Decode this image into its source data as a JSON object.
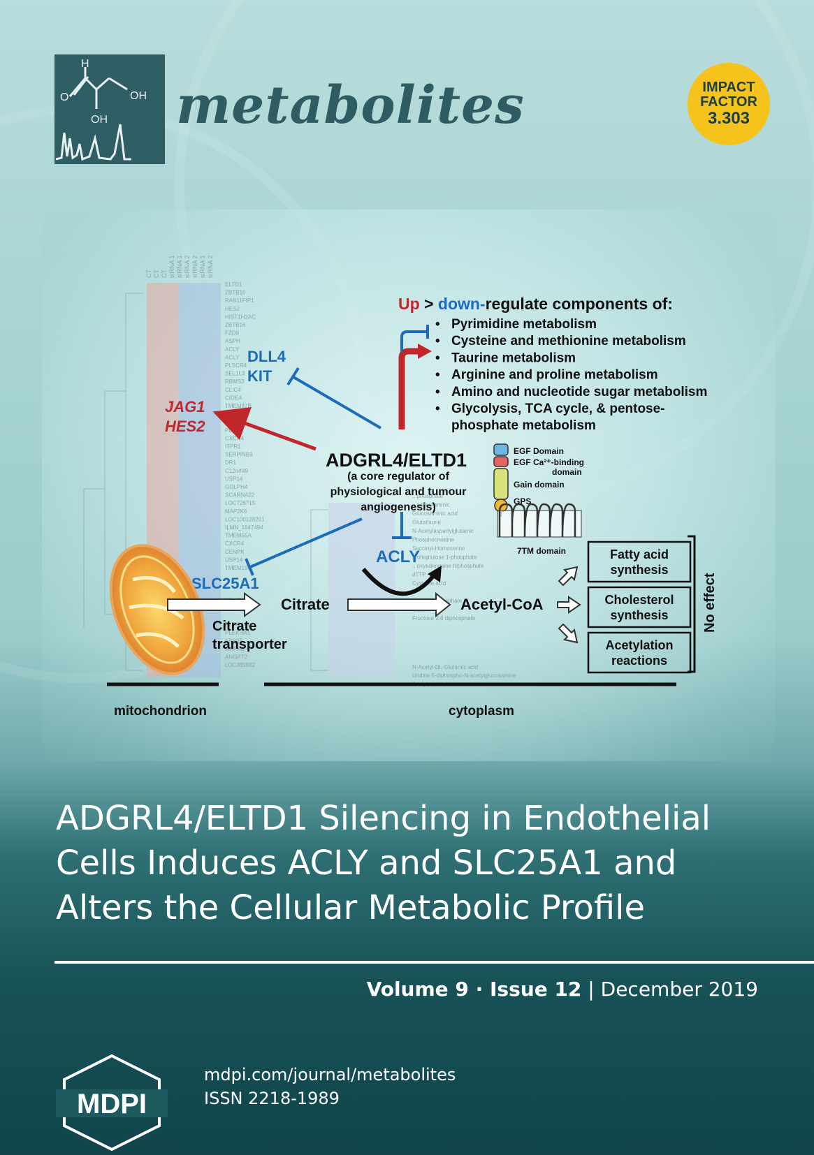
{
  "journal": {
    "name": "metabolites",
    "impact_factor": {
      "line1": "IMPACT",
      "line2": "FACTOR",
      "value": "3.303"
    }
  },
  "figure": {
    "heatmap_rows": [
      "ELTD1",
      "ZBTB16",
      "RAB11FIP1",
      "HES2",
      "HIST1H2AC",
      "ZBTB16",
      "FZD9",
      "ASPH",
      "ACLY",
      "ACLY",
      "PLSCR4",
      "SEL1L3",
      "RBMS3",
      "CLIC4",
      "CIDEA",
      "TMEM87B",
      "CHRNA1",
      "",
      "PLXN",
      "CXCR4",
      "ITPR1",
      "SERPINB9",
      "DR1",
      "C12orf49",
      "USP14",
      "GOLPH4",
      "SCARNA22",
      "LOC728715",
      "MAP2K6",
      "LOC100128291",
      "ILMN_1847494",
      "TMEM55A",
      "CXCR4",
      "CENPK",
      "USP14",
      "TMEM154",
      "",
      "",
      "",
      "C7orf26",
      "",
      "",
      "PLEKHA1",
      "PLEKHA1",
      "EFR3A",
      "MAPK6",
      "ANGPT2",
      "LOC389882"
    ],
    "heatmap_cols": [
      "CT",
      "CT",
      "CT",
      "siRNA 1",
      "siRNA 1",
      "siRNA 2",
      "siRNA 2",
      "siRNA 1",
      "siRNA 2"
    ],
    "metabolite_rows": [
      "...phosphate",
      "...tylneuraminic",
      "Glucosaminic acid",
      "Glutathione",
      "N-Acetylaspartylglutamic",
      "Phosphocreatine",
      "Succinyl-Homoserine",
      "...oheptulose 1-phosphate",
      "...oxyadenosine triphosphate",
      "dTTP",
      "Cysteine acid",
      "",
      "Uridine diphosphate",
      "Uridine",
      "Fructose 2,6 diphosphate",
      "",
      "N-Acetyl-DL-Glutamic acid",
      "Uridine 5-diphospho-N-acetylglucosamine",
      "Acetylaspartate"
    ],
    "header": {
      "up": "Up",
      "sep": " > ",
      "down": "down-",
      "rest": "regulate components of:"
    },
    "pathways": [
      "Pyrimidine metabolism",
      "Cysteine and methionine metabolism",
      "Taurine metabolism",
      "Arginine and proline metabolism",
      "Amino and nucleotide sugar metabolism",
      "Glycolysis, TCA cycle, & pentose-",
      "phosphate metabolism"
    ],
    "bullet": "•",
    "dll4": "DLL4",
    "kit": "KIT",
    "jag1": "JAG1",
    "hes2": "HES2",
    "center": "ADGRL4/ELTD1",
    "center_sub": [
      "(a core regulator of",
      "physiological and tumour",
      "angiogenesis)"
    ],
    "domains": {
      "egf": "EGF Domain",
      "ca_1": "EGF Ca²⁺-binding",
      "ca_2": "domain",
      "gain": "Gain domain",
      "gps": "GPS",
      "tm": "7TM domain"
    },
    "acly": "ACLY",
    "slc": "SLC25A1",
    "citrate": "Citrate",
    "transporter_1": "Citrate",
    "transporter_2": "transporter",
    "acetyl": "Acetyl-CoA",
    "outcomes": [
      [
        "Fatty acid",
        "synthesis"
      ],
      [
        "Cholesterol",
        "synthesis"
      ],
      [
        "Acetylation",
        "reactions"
      ]
    ],
    "no_effect": "No effect",
    "mito": "mitochondrion",
    "cyto": "cytoplasm",
    "colors": {
      "red": "#c0272d",
      "blue": "#1e6bb8",
      "dark": "#111111"
    }
  },
  "article": {
    "title_lines": [
      "ADGRL4/ELTD1 Silencing in Endothelial",
      "Cells Induces ACLY and SLC25A1 and",
      "Alters the Cellular Metabolic Profile"
    ]
  },
  "issue": {
    "volume": "Volume 9",
    "dot": " · ",
    "issue": "Issue 12",
    "bar": " | ",
    "date": "December 2019"
  },
  "footer": {
    "publisher": "MDPI",
    "url": "mdpi.com/journal/metabolites",
    "issn": "ISSN 2218-1989"
  }
}
